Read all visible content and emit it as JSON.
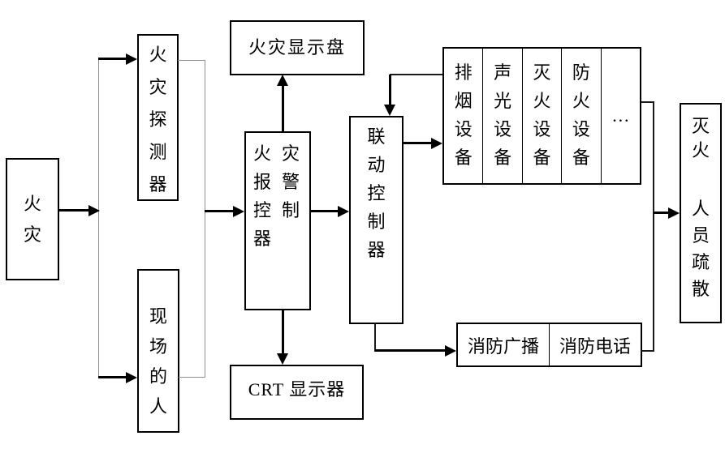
{
  "diagram": {
    "type": "flowchart",
    "language": "zh-CN",
    "background": "#ffffff",
    "line_color": "#000000",
    "connector_color": "#8f8f8f"
  },
  "nodes": {
    "fire": {
      "label": "火灾"
    },
    "fire_detector": {
      "label": "火灾探测器"
    },
    "site_people": {
      "label": "现场的人"
    },
    "fire_display_panel": {
      "label": "火灾显示盘"
    },
    "fire_alarm_controller": {
      "label": "火灾报警控制器"
    },
    "crt_display": {
      "label": "CRT 显示器"
    },
    "linkage_controller": {
      "label": "联动控制器"
    },
    "equipment": {
      "cells": [
        "排烟设备",
        "声光设备",
        "灭火设备",
        "防火设备",
        "…"
      ]
    },
    "fire_broadcast": {
      "label": "消防广播"
    },
    "fire_telephone": {
      "label": "消防电话"
    },
    "outcome": {
      "label_top": "灭火",
      "label_bottom": "人员疏散"
    }
  },
  "edges": [
    {
      "from": "火灾",
      "to": "火灾探测器",
      "arrow": true
    },
    {
      "from": "火灾",
      "to": "现场的人",
      "arrow": true
    },
    {
      "from": "火灾探测器",
      "to": "火灾报警控制器",
      "arrow": true
    },
    {
      "from": "现场的人",
      "to": "火灾报警控制器",
      "arrow": true
    },
    {
      "from": "火灾报警控制器",
      "to": "火灾显示盘",
      "arrow": true
    },
    {
      "from": "火灾报警控制器",
      "to": "CRT 显示器",
      "arrow": true
    },
    {
      "from": "火灾报警控制器",
      "to": "联动控制器",
      "arrow": true
    },
    {
      "from": "设备组",
      "to": "联动控制器",
      "arrow": true
    },
    {
      "from": "联动控制器",
      "to": "设备组",
      "arrow": true
    },
    {
      "from": "联动控制器",
      "to": "消防广播/消防电话",
      "arrow": true
    },
    {
      "from": "设备组",
      "to": "灭火 人员疏散",
      "arrow": true
    },
    {
      "from": "消防电话",
      "to": "灭火 人员疏散",
      "arrow": false
    }
  ]
}
